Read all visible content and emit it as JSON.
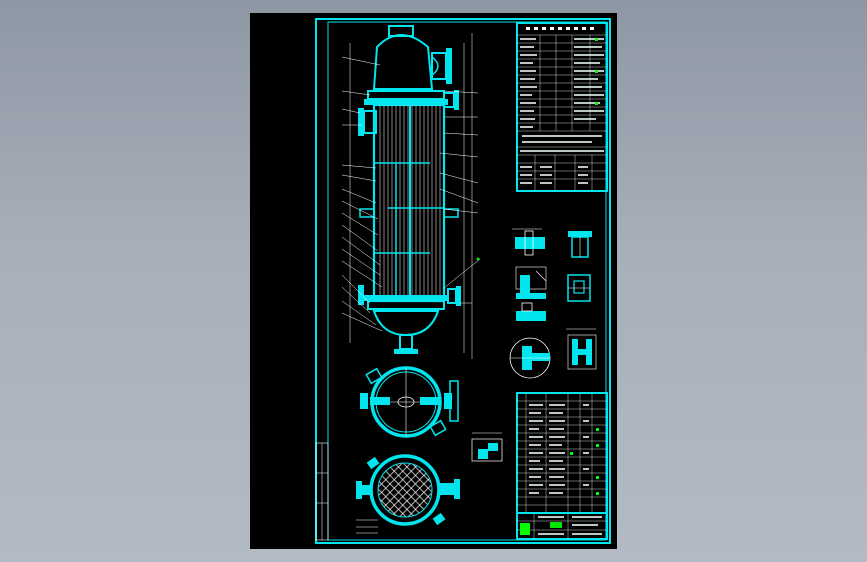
{
  "canvas": {
    "background_color": "#9aa3ae",
    "sheet_color": "#000000",
    "line_color": "#00e5ee",
    "thin_line_color": "#ffffff",
    "accent_color": "#00ff00"
  },
  "drawing": {
    "views": [
      "exchanger-elevation-view",
      "top-section-view",
      "tube-sheet-section-view",
      "detail-views"
    ],
    "tables": [
      "technical-data-table",
      "nozzle-table",
      "parts-list-table",
      "title-block"
    ]
  },
  "title_block": {
    "logo_shape": "green-mark"
  }
}
